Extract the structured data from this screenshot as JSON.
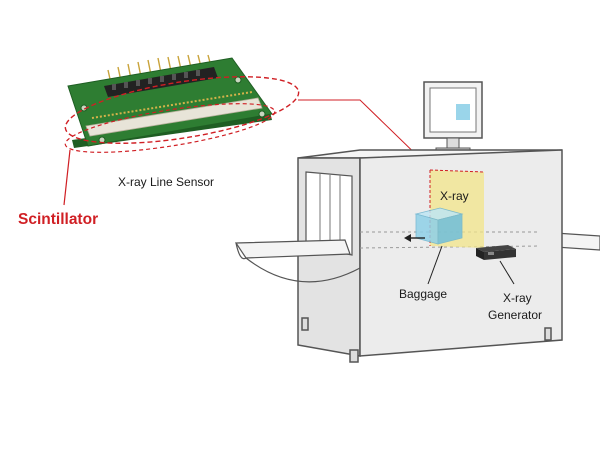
{
  "labels": {
    "line_sensor": "X-ray Line Sensor",
    "scintillator": "Scintillator",
    "xray": "X-ray",
    "baggage": "Baggage",
    "generator_line1": "X-ray",
    "generator_line2": "Generator"
  },
  "colors": {
    "highlight_red": "#d01f24",
    "pcb_green": "#2e7d32",
    "scintillator_strip": "#e8e4d8",
    "xray_beam_yellow": "#f3e58a",
    "baggage_blue": "#8fd0e8",
    "machine_body": "#ececec",
    "monitor_screen": "#8fd0e8"
  },
  "icons": {
    "sensor": "line-sensor-board-icon",
    "machine": "xray-scanner-machine-icon",
    "monitor": "monitor-icon",
    "generator": "xray-generator-icon"
  }
}
